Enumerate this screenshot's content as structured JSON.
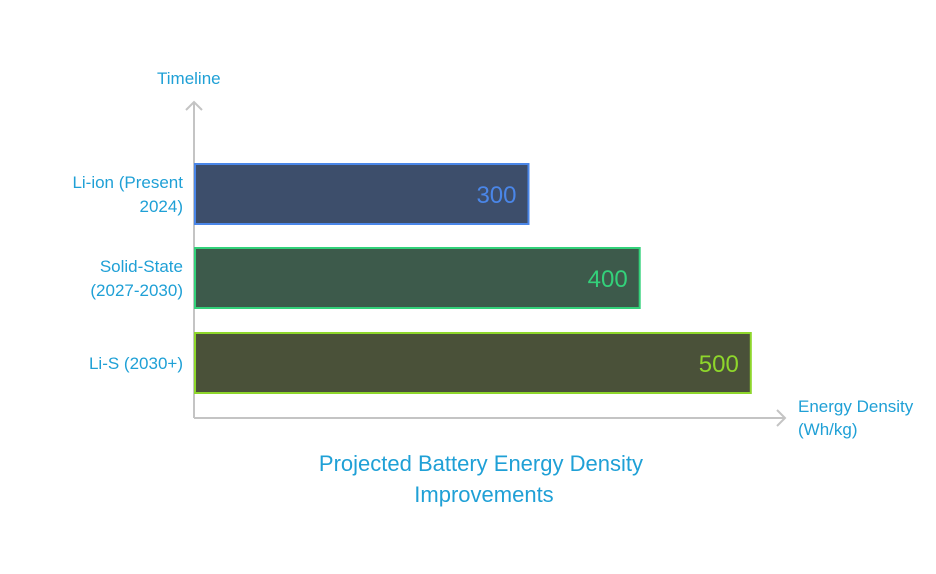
{
  "chart_data": {
    "type": "bar",
    "orientation": "horizontal",
    "title": "Projected Battery Energy Density Improvements",
    "xlabel": "Energy Density (Wh/kg)",
    "ylabel": "Timeline",
    "categories": [
      "Li-ion (Present 2024)",
      "Solid-State (2027-2030)",
      "Li-S (2030+)"
    ],
    "values": [
      300,
      400,
      500
    ],
    "xlim": [
      0,
      540
    ],
    "grid": false,
    "legend": "none",
    "data_labels": true,
    "colors": {
      "bar_fills": [
        "#3d4e6b",
        "#3d5a4b",
        "#4a5139"
      ],
      "bar_strokes": [
        "#4a86e8",
        "#33d17a",
        "#8ed62b"
      ],
      "label_colors": [
        "#4a86e8",
        "#33d17a",
        "#8ed62b"
      ],
      "axis": "#c4c4c4",
      "text": "#1fa0d6"
    }
  }
}
